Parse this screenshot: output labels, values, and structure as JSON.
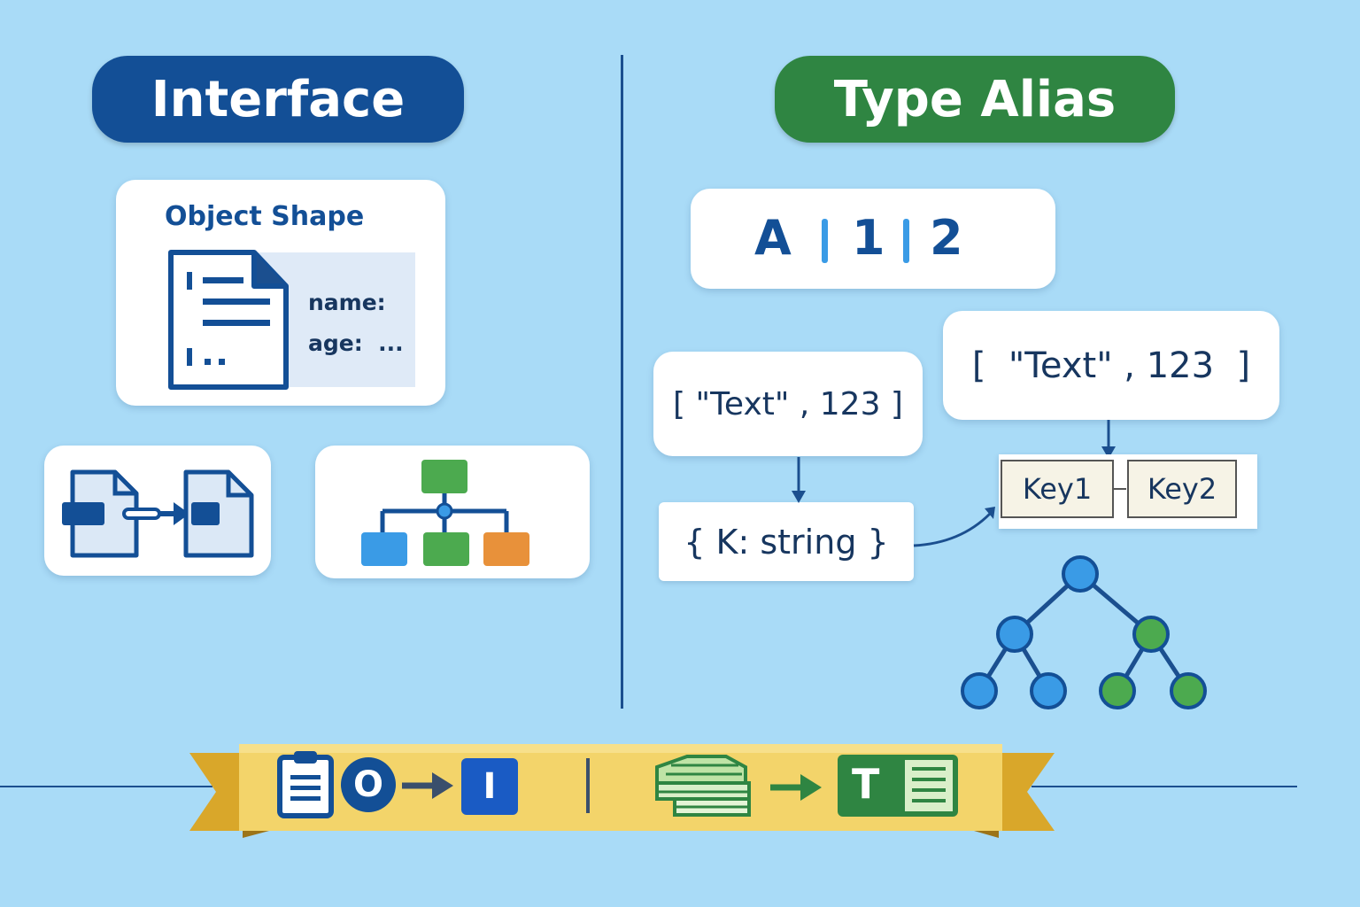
{
  "colors": {
    "background": "#a9dbf7",
    "interface_blue": "#134f96",
    "type_alias_green": "#2f8542",
    "navy": "#17365f",
    "accent_blue": "#3a9be6",
    "accent_green": "#4caa4f",
    "accent_orange": "#e8913a",
    "ribbon_gold": "#f3d46a"
  },
  "left": {
    "title": "Interface",
    "object_card": {
      "heading": "Object Shape",
      "icon": "document-icon",
      "fields": [
        "name:",
        "age:  ..."
      ]
    },
    "extends_card": {
      "icon": "document-extends-icon"
    },
    "hierarchy_card": {
      "icon": "hierarchy-tree-icon"
    }
  },
  "right": {
    "title": "Type Alias",
    "union_card": {
      "parts": [
        "A",
        "1",
        "2"
      ]
    },
    "tuple_left": "[ \"Text\" , 123 ]",
    "tuple_right": "[  \"Text\" , 123  ]",
    "mapped_type": "{ K: string }",
    "keys": [
      "Key1",
      "Key2"
    ],
    "tree": {
      "icon": "binary-tree-icon"
    }
  },
  "banner": {
    "left_icons": [
      "clipboard-icon",
      "o-icon",
      "arrow-right-icon",
      "i-icon"
    ],
    "o_letter": "O",
    "i_letter": "I",
    "right_icons": [
      "stacked-layers-icon",
      "arrow-right-icon",
      "t-table-icon"
    ],
    "t_letter": "T"
  }
}
